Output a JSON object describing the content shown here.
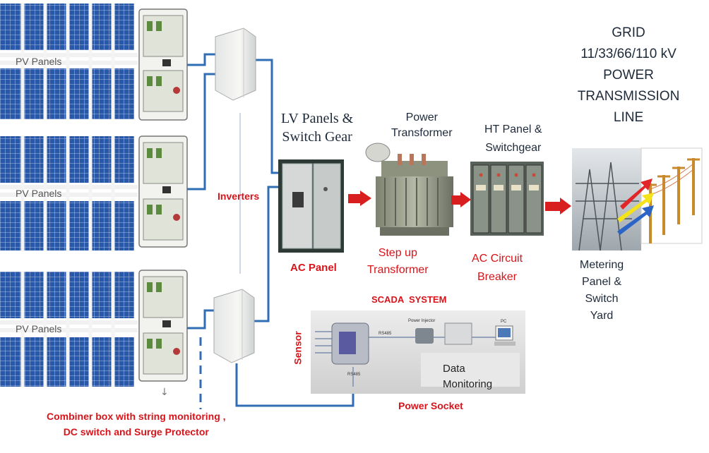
{
  "pv_rows": [
    {
      "label": "PV Panels"
    },
    {
      "label": "PV Panels"
    },
    {
      "label": "PV Panels"
    }
  ],
  "inverters_label": "Inverters",
  "combiner_label": {
    "line1": "Combiner box with string monitoring ,",
    "line2": "DC switch and Surge Protector"
  },
  "lv_panel": {
    "line1": "LV Panels &",
    "line2": "Switch Gear",
    "caption": "AC Panel"
  },
  "power_transformer": {
    "line1": "Power",
    "line2": "Transformer",
    "caption1": "Step up",
    "caption2": "Transformer"
  },
  "ht_panel": {
    "line1": "HT Panel &",
    "line2": "Switchgear",
    "caption1": "AC Circuit",
    "caption2": "Breaker"
  },
  "grid": {
    "line1": "GRID",
    "line2": "11/33/66/110 kV",
    "line3": "POWER",
    "line4": "TRANSMISSION",
    "line5": "LINE"
  },
  "metering": {
    "line1": "Metering",
    "line2": "Panel &",
    "line3": "Switch",
    "line4": "Yard"
  },
  "scada": {
    "title": "SCADA  SYSTEM",
    "sensor": "Sensor",
    "rs485_a": "RS485",
    "rs485_b": "RS485",
    "power_injector": "Power Injector",
    "pc": "PC",
    "data1": "Data",
    "data2": "Monitoring",
    "power_socket": "Power Socket"
  },
  "colors": {
    "label_red": "#d8141a",
    "label_dark": "#1e2a3a",
    "cable_blue": "#2f6db5",
    "arrow_red": "#d81e1e",
    "line_red": "#e1262a",
    "line_yellow": "#f4e21a",
    "line_blue": "#2b64c4"
  }
}
